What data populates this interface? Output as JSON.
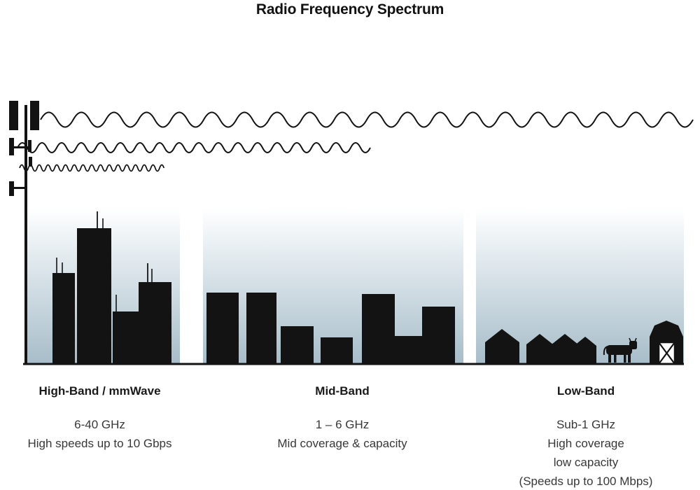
{
  "title": "Radio Frequency Spectrum",
  "bands": [
    {
      "name": "High-Band / mmWave",
      "frequency": "6-40 GHz",
      "details": [
        "High speeds up to 10 Gbps"
      ]
    },
    {
      "name": "Mid-Band",
      "frequency": "1 – 6 GHz",
      "details": [
        "Mid coverage & capacity"
      ]
    },
    {
      "name": "Low-Band",
      "frequency": "Sub-1 GHz",
      "details": [
        "High coverage",
        "low capacity",
        "(Speeds up to 100 Mbps)"
      ]
    }
  ],
  "icons": {
    "tower": "cell-tower-icon",
    "waves": [
      "long-wavelength-wave-icon",
      "medium-wavelength-wave-icon",
      "short-wavelength-wave-icon"
    ],
    "scenes": [
      "skyscraper-city-icon",
      "midrise-buildings-icon",
      "rural-houses-cow-barn-icon"
    ]
  },
  "colors": {
    "silhouette": "#131313",
    "text": "#383838",
    "gradient_top": "#ffffff",
    "gradient_bottom": "#a7bdc9"
  }
}
